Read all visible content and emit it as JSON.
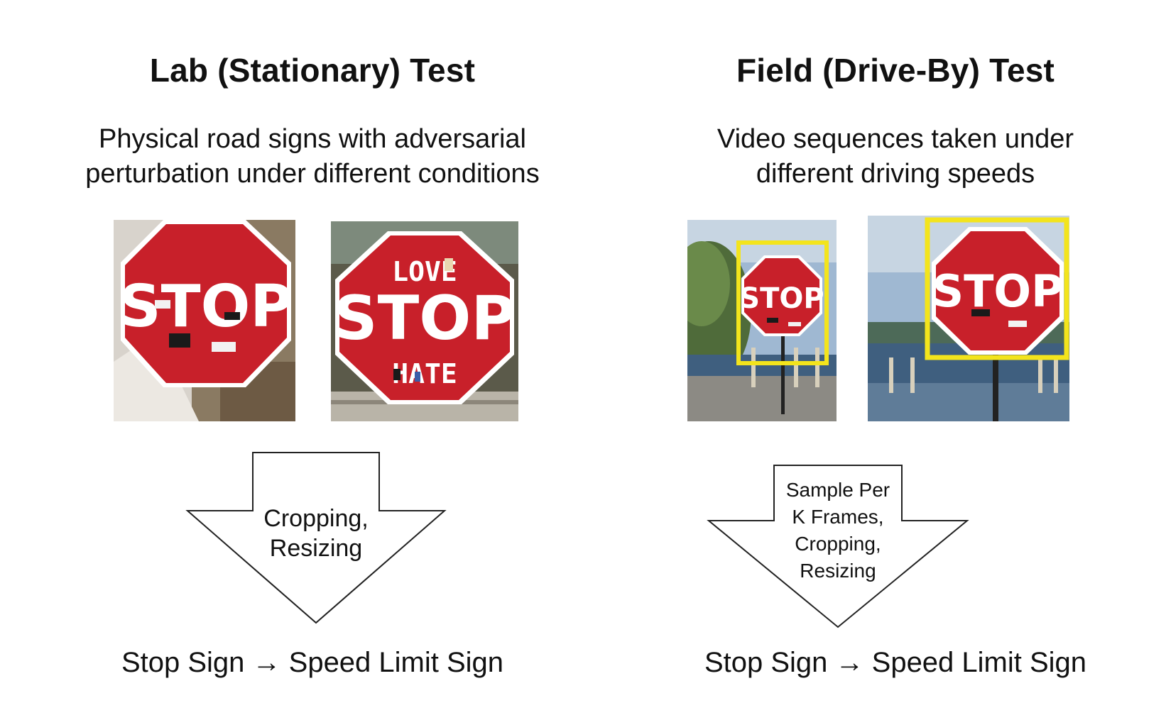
{
  "lab": {
    "title": "Lab (Stationary) Test",
    "subtitle": [
      "Physical road signs with adversarial",
      "perturbation under different conditions"
    ],
    "photo_1_sign_text": "STOP",
    "photo_2_sign_text": {
      "top": "LOVE",
      "middle": "STOP",
      "bottom": "HATE"
    },
    "arrow_label": [
      "Cropping,",
      "Resizing"
    ],
    "result": "Stop Sign → Speed Limit Sign"
  },
  "field": {
    "title": "Field (Drive-By) Test",
    "subtitle": [
      "Video sequences taken under",
      "different driving speeds"
    ],
    "photo_1_sign_text": "STOP",
    "photo_2_sign_text": "STOP",
    "arrow_label": [
      "Sample Per",
      "K Frames,",
      "Cropping,",
      "Resizing"
    ],
    "result": "Stop Sign → Speed Limit Sign"
  },
  "colors": {
    "sign_red": "#c8202a",
    "sign_border": "#ffffff",
    "bounding_box": "#f3e41c",
    "sticker": "#1a1a1a"
  }
}
